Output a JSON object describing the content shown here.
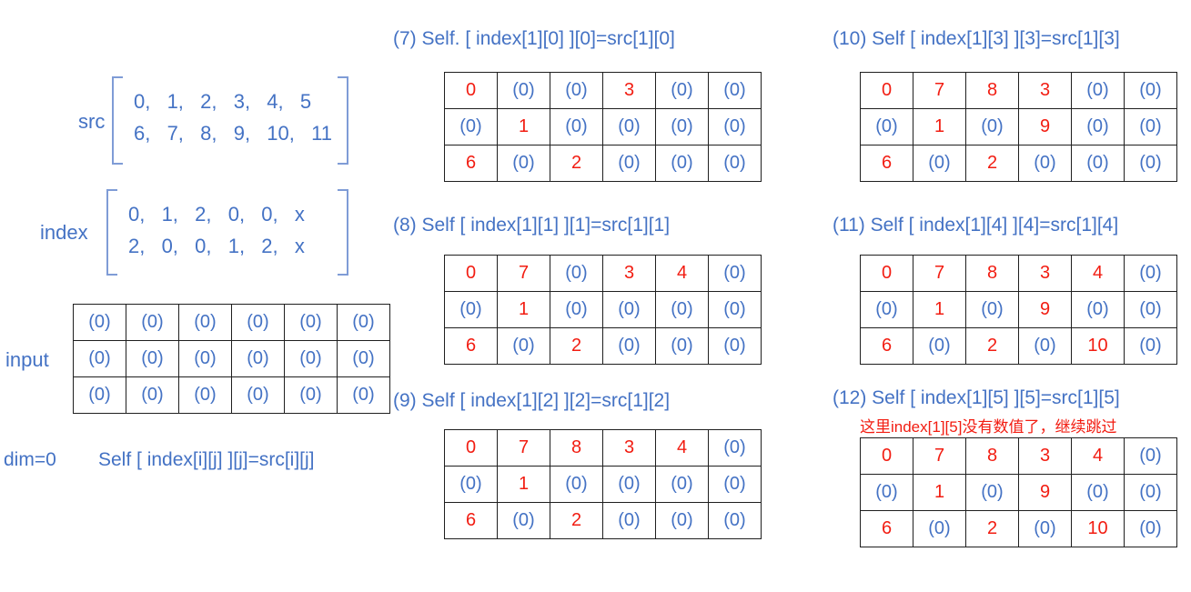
{
  "colors": {
    "blue": "#4472c4",
    "red": "#f21d12",
    "bracket": "#7f9cd6",
    "border": "#1f1f1f"
  },
  "left": {
    "src_label": "src",
    "src_row1": "0,  1,  2,  3,  4,  5",
    "src_row2": "6,  7,  8,  9,  10,  11",
    "index_label": "index",
    "index_row1": "0,  1,  2,  0,  0,  x",
    "index_row2": "2,  0,  0,  1,  2,  x",
    "input_label": "input",
    "input_table": [
      [
        "(0)",
        "(0)",
        "(0)",
        "(0)",
        "(0)",
        "(0)"
      ],
      [
        "(0)",
        "(0)",
        "(0)",
        "(0)",
        "(0)",
        "(0)"
      ],
      [
        "(0)",
        "(0)",
        "(0)",
        "(0)",
        "(0)",
        "(0)"
      ]
    ],
    "dim_label": "dim=0",
    "formula": "Self [ index[i][j] ][j]=src[i][j]"
  },
  "steps": [
    {
      "title": "(7) Self. [ index[1][0] ][0]=src[1][0]",
      "table": [
        [
          "0",
          "(0)",
          "(0)",
          "3",
          "(0)",
          "(0)"
        ],
        [
          "(0)",
          "1",
          "(0)",
          "(0)",
          "(0)",
          "(0)"
        ],
        [
          "6",
          "(0)",
          "2",
          "(0)",
          "(0)",
          "(0)"
        ]
      ]
    },
    {
      "title": "(8) Self [ index[1][1] ][1]=src[1][1]",
      "table": [
        [
          "0",
          "7",
          "(0)",
          "3",
          "4",
          "(0)"
        ],
        [
          "(0)",
          "1",
          "(0)",
          "(0)",
          "(0)",
          "(0)"
        ],
        [
          "6",
          "(0)",
          "2",
          "(0)",
          "(0)",
          "(0)"
        ]
      ]
    },
    {
      "title": "(9) Self [ index[1][2] ][2]=src[1][2]",
      "table": [
        [
          "0",
          "7",
          "8",
          "3",
          "4",
          "(0)"
        ],
        [
          "(0)",
          "1",
          "(0)",
          "(0)",
          "(0)",
          "(0)"
        ],
        [
          "6",
          "(0)",
          "2",
          "(0)",
          "(0)",
          "(0)"
        ]
      ]
    },
    {
      "title": "(10) Self [ index[1][3] ][3]=src[1][3]",
      "table": [
        [
          "0",
          "7",
          "8",
          "3",
          "(0)",
          "(0)"
        ],
        [
          "(0)",
          "1",
          "(0)",
          "9",
          "(0)",
          "(0)"
        ],
        [
          "6",
          "(0)",
          "2",
          "(0)",
          "(0)",
          "(0)"
        ]
      ]
    },
    {
      "title": "(11) Self [ index[1][4] ][4]=src[1][4]",
      "table": [
        [
          "0",
          "7",
          "8",
          "3",
          "4",
          "(0)"
        ],
        [
          "(0)",
          "1",
          "(0)",
          "9",
          "(0)",
          "(0)"
        ],
        [
          "6",
          "(0)",
          "2",
          "(0)",
          "10",
          "(0)"
        ]
      ]
    },
    {
      "title": "(12) Self [ index[1][5] ][5]=src[1][5]",
      "note": "这里index[1][5]没有数值了，继续跳过",
      "table": [
        [
          "0",
          "7",
          "8",
          "3",
          "4",
          "(0)"
        ],
        [
          "(0)",
          "1",
          "(0)",
          "9",
          "(0)",
          "(0)"
        ],
        [
          "6",
          "(0)",
          "2",
          "(0)",
          "10",
          "(0)"
        ]
      ]
    }
  ]
}
